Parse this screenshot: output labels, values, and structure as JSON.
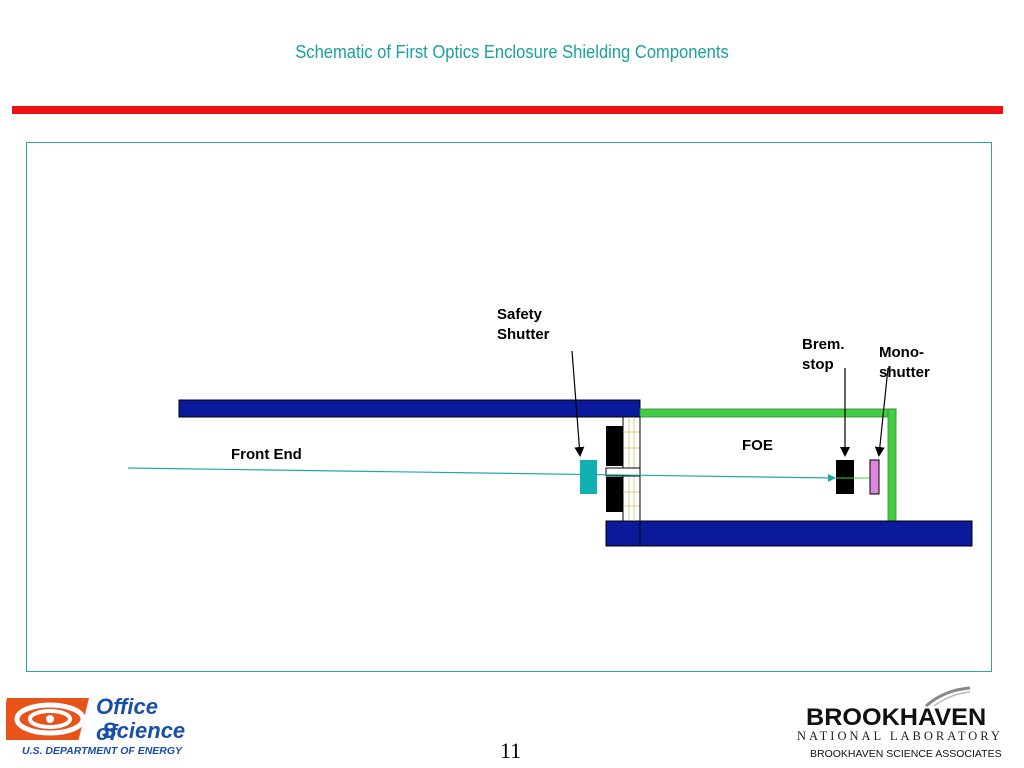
{
  "slide": {
    "title": "Schematic of First Optics Enclosure Shielding Components",
    "page_number": "11"
  },
  "diagram": {
    "labels": {
      "safety_shutter": "Safety\nShutter",
      "brem_stop": "Brem.\nstop",
      "mono_shutter": "Mono-\nshutter",
      "front_end": "Front End",
      "foe": "FOE"
    },
    "colors": {
      "shield_wall": "#0a1a9a",
      "foe_wall": "#44cc44",
      "safety_shutter": "#10b0b0",
      "brem_stop": "#000000",
      "mono_shutter": "#dd88dd",
      "beam": "#20a8a8",
      "accent_rule": "#ee1111",
      "title": "#1aa0a0"
    }
  },
  "footer": {
    "left_logo": {
      "line1": "Office of",
      "line2": "Science",
      "department": "U.S. DEPARTMENT OF ENERGY"
    },
    "right_logo": {
      "name": "BROOKHAVEN",
      "subtitle": "NATIONAL LABORATORY",
      "associates": "BROOKHAVEN SCIENCE ASSOCIATES"
    }
  }
}
